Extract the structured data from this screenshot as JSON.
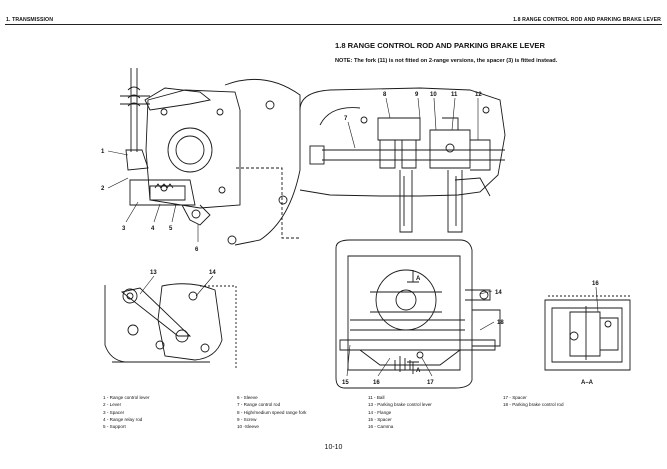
{
  "header": {
    "left": "1. TRANSMISSION",
    "right": "1.8 RANGE CONTROL ROD AND PARKING BRAKE LEVER"
  },
  "section": {
    "title": "1.8 RANGE CONTROL ROD AND PARKING BRAKE LEVER",
    "note": "NOTE: The fork (11) is not fitted on 2-range versions, the spacer (3) is fitted instead."
  },
  "figure": {
    "callouts_top_left": [
      "1",
      "2",
      "3",
      "4",
      "5",
      "6"
    ],
    "callouts_top_right": [
      "7",
      "8",
      "9",
      "10",
      "11",
      "12"
    ],
    "callouts_mid_left": [
      "13",
      "14"
    ],
    "callouts_bottom_center": [
      "14",
      "18",
      "15",
      "16",
      "17"
    ],
    "section_marks": [
      "A",
      "A"
    ],
    "section_view_callout": "16",
    "section_view_label": "A–A"
  },
  "legend": {
    "col1": [
      "1 -  Range control lever",
      "2 -  Lever",
      "3 -  Spacer",
      "4 -  Range relay rod",
      "5 -  Support"
    ],
    "col2": [
      "6 -  Sleeve",
      "7 -  Range control rod",
      "8 -  High/medium speed range fork",
      "9 -  Screw",
      "10 -Sleeve"
    ],
    "col3": [
      "11 -  Ball",
      "13 -  Parking brake control lever",
      "14 -  Flange",
      "15 -  Spacer",
      "16 -  Camma"
    ],
    "col4": [
      "17 -  Spacer",
      "18 -  Parking brake control rod"
    ]
  },
  "page_number": "10-10"
}
